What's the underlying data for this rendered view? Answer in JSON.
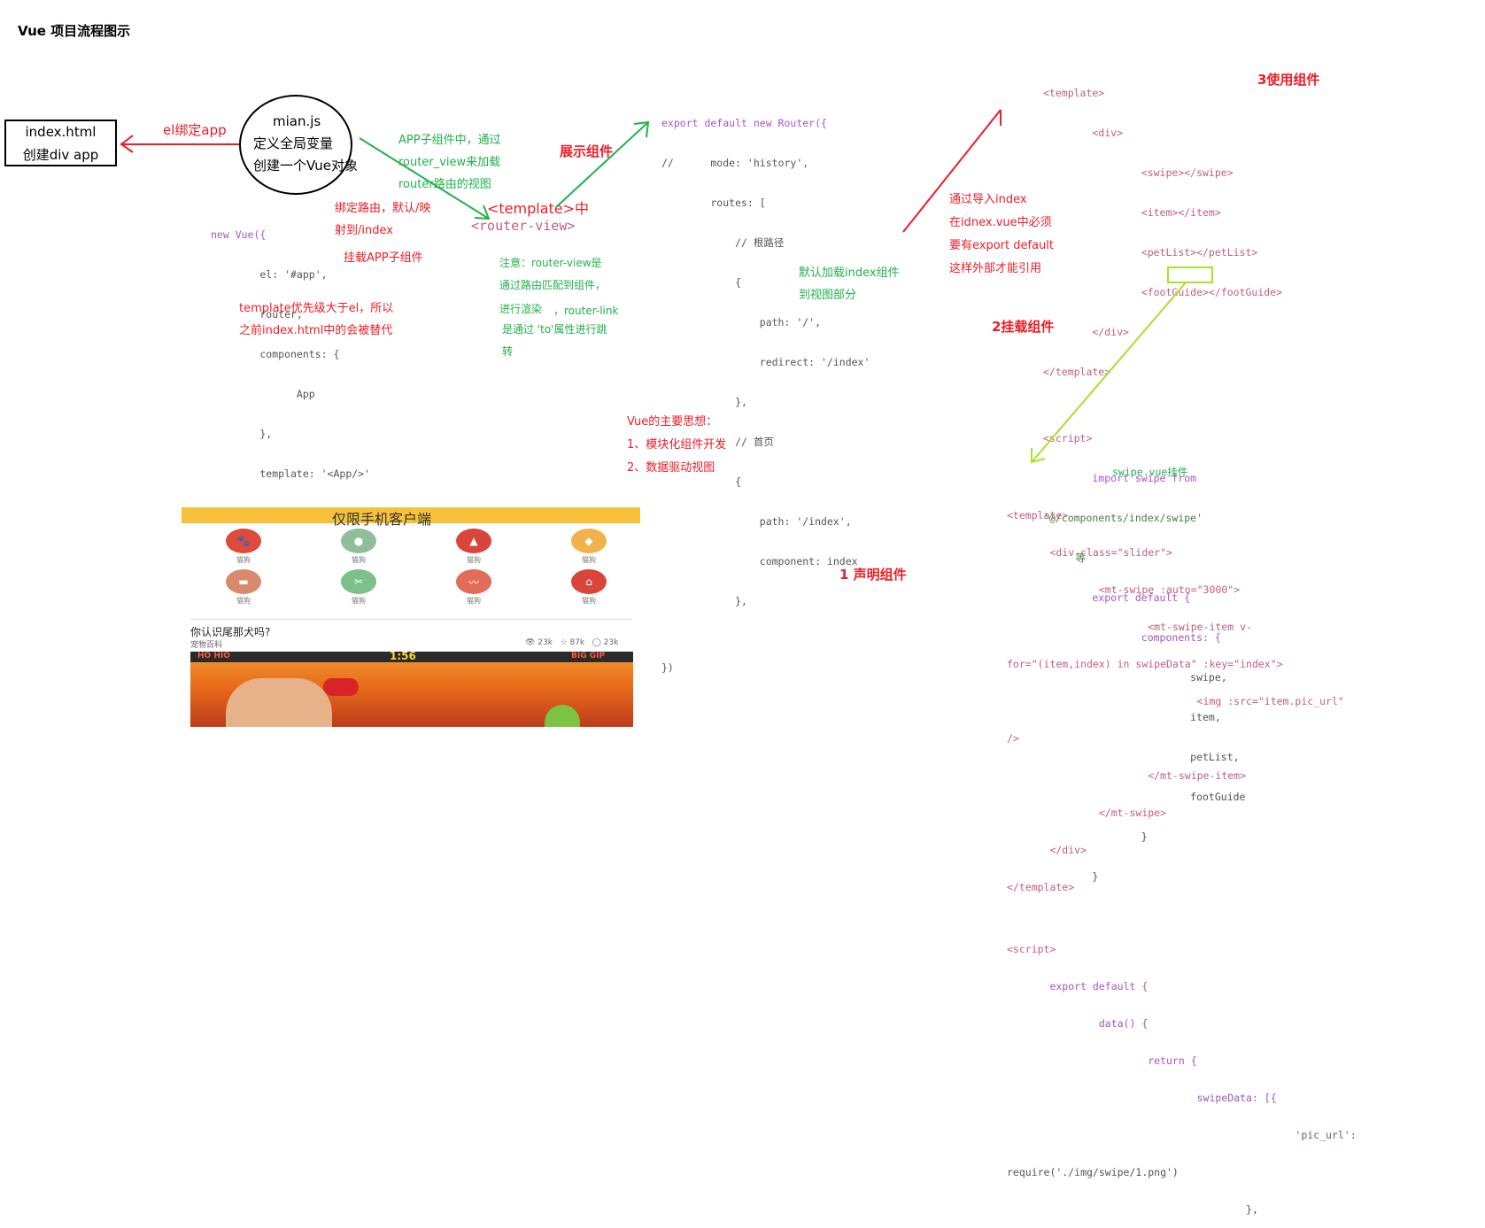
{
  "title": "Vue 项目流程图示",
  "index_box": {
    "line1": "index.html",
    "line2": "创建div app"
  },
  "el_bind_label": "el绑定app",
  "mainjs": {
    "line1": "mian.js",
    "line2": "定义全局变量",
    "line3": "创建一个Vue对象"
  },
  "new_vue_code": [
    "new Vue({",
    "        el: '#app',",
    "        router,",
    "        components: {",
    "              App",
    "        },",
    "        template: '<App/>'",
    "})"
  ],
  "router_note": {
    "line1": "绑定路由，默认/映",
    "line2": "射到/index"
  },
  "mount_note": "挂载APP子组件",
  "template_note": {
    "line1": "template优先级大于el，所以",
    "line2": "之前index.html中的会被替代"
  },
  "app_child_note": {
    "line1": "APP子组件中，通过",
    "line2": "router_view来加载",
    "line3": "router路由的视图"
  },
  "show_component": "展示组件",
  "template_middle": "<template>中",
  "router_view_tag": "<router-view>",
  "router_view_note": {
    "line1": "注意：router-view是",
    "line2": "通过路由匹配到组件，",
    "line3": "进行渲染",
    "line3b": "，router-link",
    "line4": "是通过 'to'属性进行跳",
    "line5": "转"
  },
  "router_code": [
    "export default new Router({",
    "//      mode: 'history',",
    "        routes: [",
    "            // 根路径",
    "            {",
    "                path: '/',",
    "                redirect: '/index'",
    "            },",
    "            // 首页",
    "            {",
    "                path: '/index',",
    "                component: index",
    "            },",
    "",
    "})"
  ],
  "default_load_note": {
    "line1": "默认加载index组件",
    "line2": "到视图部分"
  },
  "import_note": {
    "line1": "通过导入index",
    "line2": "在idnex.vue中必须",
    "line3": "要有export default",
    "line4": "这样外部才能引用"
  },
  "vue_ideas": {
    "line1": "Vue的主要思想：",
    "line2": "1、模块化组件开发",
    "line3": "2、数据驱动视图"
  },
  "use_component": "3使用组件",
  "mount_component": "2挂载组件",
  "declare_component": "1 声明组件",
  "index_template_code": [
    "<template>",
    "        <div>",
    "                <swipe></swipe>",
    "                <item></item>",
    "                <petList></petList>",
    "                <footGuide></footGuide>",
    "        </div>",
    "</template>",
    "",
    "<script>",
    "        import swipe from",
    "'@/components/index/swipe'",
    "          等",
    "        export default {",
    "                components: {",
    "                        swipe,",
    "                        item,",
    "                        petList,",
    "                        footGuide",
    "                }",
    "        }"
  ],
  "swipe_title": "swipe.vue挂件",
  "swipe_code": [
    "<template>",
    "       <div class=\"slider\">",
    "               <mt-swipe :auto=\"3000\">",
    "                       <mt-swipe-item v-",
    "for=\"(item,index) in swipeData\" :key=\"index\">",
    "                               <img :src=\"item.pic_url\"",
    "/>",
    "                       </mt-swipe-item>",
    "               </mt-swipe>",
    "       </div>",
    "</template>",
    "",
    "<script>",
    "       export default {",
    "               data() {",
    "                       return {",
    "                               swipeData: [{",
    "                                               'pic_url':",
    "require('./img/swipe/1.png')",
    "                                       },"
  ],
  "phone": {
    "banner": "仅限手机客户端",
    "icons": [
      {
        "label": "猫狗",
        "color": "#e04a3c"
      },
      {
        "label": "猫狗",
        "color": "#8fbf9a"
      },
      {
        "label": "猫狗",
        "color": "#d9453a"
      },
      {
        "label": "猫狗",
        "color": "#f0b24a"
      },
      {
        "label": "猫狗",
        "color": "#d98a6e"
      },
      {
        "label": "猫狗",
        "color": "#7cc08a"
      },
      {
        "label": "猫狗",
        "color": "#e06c5a"
      },
      {
        "label": "猫狗",
        "color": "#d9453a"
      }
    ],
    "post_title": "你认识尾那犬吗?",
    "post_author": "宠物百科",
    "post_stats": "👁 23k   ☆ 87k   ◯ 23k",
    "game_left": "HO HIO",
    "game_timer": "1:56",
    "game_right": "BIG GIP"
  },
  "colors": {
    "red": "#ee1c25",
    "green": "#22b14c",
    "lime": "#a6e22e"
  }
}
